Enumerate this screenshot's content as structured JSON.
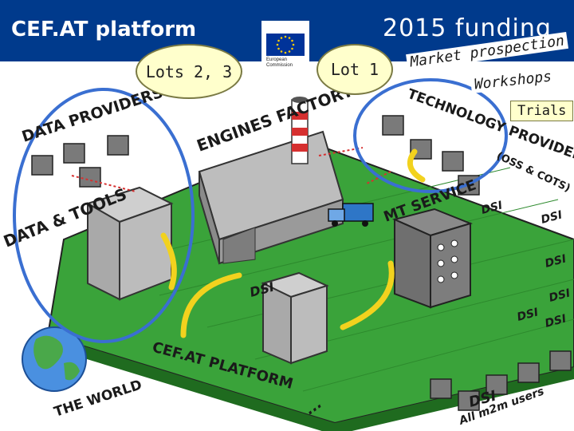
{
  "header": {
    "title": "CEF.AT platform",
    "funding": "2015 funding",
    "logo_text_1": "European",
    "logo_text_2": "Commission"
  },
  "bubbles": {
    "lots23": "Lots 2, 3",
    "lot1": "Lot 1"
  },
  "notes": {
    "market": "Market prospection",
    "workshops": "Workshops",
    "trials": "Trials"
  },
  "diagram": {
    "data_providers": "DATA PROVIDERS",
    "engines_factory": "ENGINES FACTORY",
    "technology_providers": "TECHNOLOGY PROVIDERS",
    "oss_cots": "(OSS & COTS)",
    "data_tools": "DATA & TOOLS",
    "mt_service": "MT SERVICE",
    "dsi_labels": [
      "DSI",
      "DSI",
      "DSI",
      "DSI",
      "DSI",
      "DSI",
      "DSI"
    ],
    "dsi_big": "DSI",
    "cef_platform": "CEF.AT PLATFORM",
    "the_world": "THE WORLD",
    "m2m_users": "All m2m users",
    "ellipsis": "..."
  },
  "colors": {
    "header_blue": "#003a8c",
    "platform_green": "#3aa33a",
    "bubble_fill": "#ffffcc",
    "circle_blue": "#3a6fd1"
  },
  "icons": [
    "globe-icon",
    "truck-icon",
    "eu-flag-icon",
    "server-icon",
    "chimney-icon"
  ]
}
